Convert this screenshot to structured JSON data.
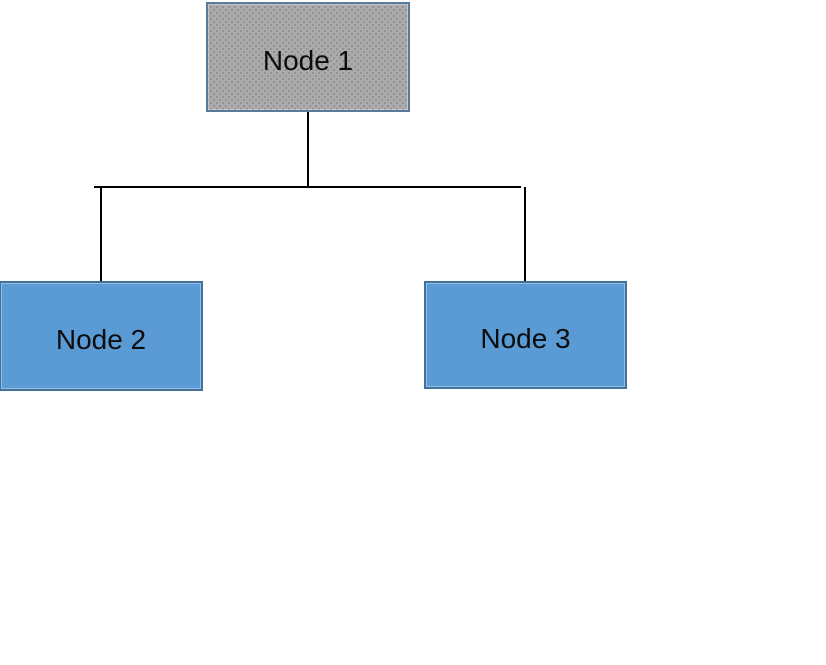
{
  "canvas": {
    "background": "#FFFFFF",
    "connector_color": "#000000",
    "text_color": "#0D0D0D"
  },
  "diagram": {
    "type": "tree",
    "nodes": [
      {
        "id": "node1",
        "label": "Node 1",
        "fill": "#ABABAB",
        "border": "#5A7A9D",
        "textured": true,
        "role": "root"
      },
      {
        "id": "node2",
        "label": "Node 2",
        "fill": "#5B9BD5",
        "border": "#41719C",
        "textured": false,
        "role": "child"
      },
      {
        "id": "node3",
        "label": "Node 3",
        "fill": "#5B9BD5",
        "border": "#41719C",
        "textured": false,
        "role": "child"
      }
    ],
    "edges": [
      {
        "from": "node1",
        "to": "node2"
      },
      {
        "from": "node1",
        "to": "node3"
      }
    ]
  }
}
